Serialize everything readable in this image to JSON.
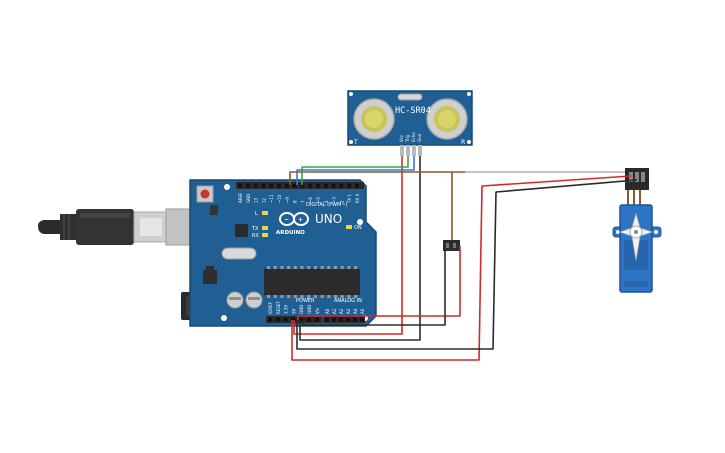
{
  "colors": {
    "board": "#1f5f94",
    "board_edge": "#164a75",
    "wire_red": "#d12a2a",
    "wire_black": "#2b2b2b",
    "wire_brown": "#8a5a2b",
    "wire_blue": "#3a78c9",
    "wire_green": "#2fa84a",
    "servo_blue": "#2d74c4"
  },
  "arduino": {
    "model": "UNO",
    "brand": "ARDUINO",
    "digital_label": "DIGITAL (PWM~)",
    "power_label": "POWER",
    "analog_label": "ANALOG IN",
    "led_l": "L",
    "led_tx": "TX",
    "led_rx": "RX",
    "on_label": "ON",
    "digital_pins": [
      "AREF",
      "GND",
      "13",
      "12",
      "~11",
      "~10",
      "~9",
      "8",
      "7",
      "~6",
      "~5",
      "4",
      "~3",
      "2",
      "TX 1",
      "RX 0"
    ],
    "power_pins": [
      "IOREF",
      "RESET",
      "3.3V",
      "5V",
      "GND",
      "GND",
      "Vin"
    ],
    "analog_pins": [
      "A0",
      "A1",
      "A2",
      "A3",
      "A4",
      "A5"
    ]
  },
  "sensor": {
    "label": "HC-SR04",
    "pins": [
      "Vcc",
      "Trig",
      "Echo",
      "Gnd"
    ],
    "corner_left": "T",
    "corner_right": "R"
  },
  "icons": {
    "usb": "usb-cable-icon",
    "arduino_logo": "infinity-logo-icon",
    "servo": "servo-motor-icon"
  }
}
